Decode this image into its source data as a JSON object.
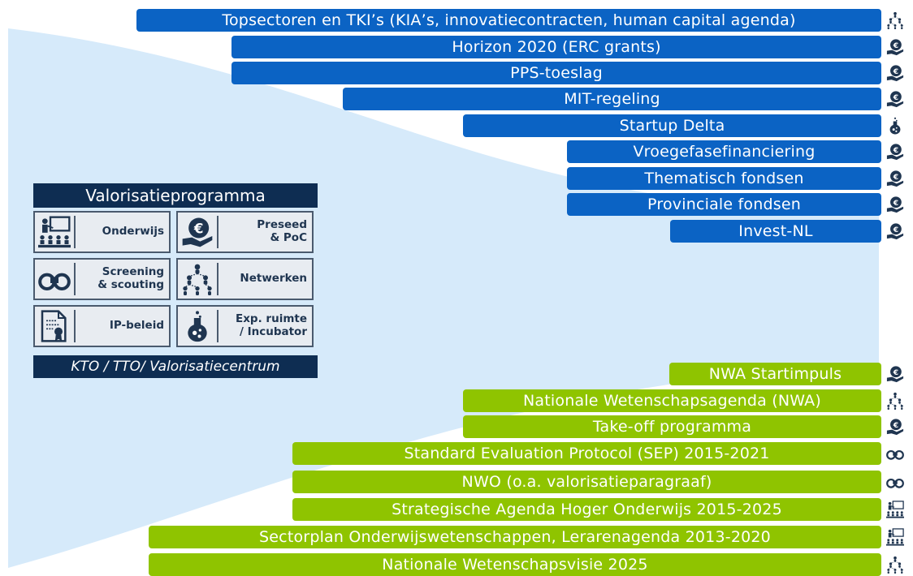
{
  "funnel_color": "#d6eafa",
  "colors": {
    "blue": "#0b63c4",
    "green": "#8fc400",
    "navy": "#0e2d52",
    "icon": "#1f3550"
  },
  "top_bars": [
    {
      "label": "Topsectoren en TKI’s (KIA’s, innovatiecontracten, human capital agenda)",
      "icon": "network-icon"
    },
    {
      "label": "Horizon 2020 (ERC grants)",
      "icon": "euro-hand-icon"
    },
    {
      "label": "PPS-toeslag",
      "icon": "euro-hand-icon"
    },
    {
      "label": "MIT-regeling",
      "icon": "euro-hand-icon"
    },
    {
      "label": "Startup Delta",
      "icon": "flask-icon"
    },
    {
      "label": "Vroegefasefinanciering",
      "icon": "euro-hand-icon"
    },
    {
      "label": "Thematisch fondsen",
      "icon": "euro-hand-icon"
    },
    {
      "label": "Provinciale fondsen",
      "icon": "euro-hand-icon"
    },
    {
      "label": "Invest-NL",
      "icon": "euro-hand-icon"
    }
  ],
  "bottom_bars": [
    {
      "label": "NWA Startimpuls",
      "icon": "euro-hand-icon"
    },
    {
      "label": "Nationale Wetenschapsagenda (NWA)",
      "icon": "network-icon"
    },
    {
      "label": "Take-off programma",
      "icon": "euro-hand-icon"
    },
    {
      "label": "Standard Evaluation Protocol (SEP) 2015-2021",
      "icon": "binoculars-icon"
    },
    {
      "label": "NWO (o.a. valorisatieparagraaf)",
      "icon": "binoculars-icon"
    },
    {
      "label": "Strategische Agenda Hoger Onderwijs 2015-2025",
      "icon": "teacher-icon"
    },
    {
      "label": "Sectorplan Onderwijswetenschappen, Lerarenagenda 2013-2020",
      "icon": "teacher-icon"
    },
    {
      "label": "Nationale Wetenschapsvisie 2025",
      "icon": "network-icon"
    }
  ],
  "programme": {
    "title": "Valorisatieprogramma",
    "footer": "KTO / TTO/ Valorisatiecentrum",
    "tiles": [
      {
        "label": "Onderwijs",
        "icon": "teacher-icon"
      },
      {
        "label": "Preseed\n& PoC",
        "icon": "euro-hand-icon"
      },
      {
        "label": "Screening\n& scouting",
        "icon": "binoculars-icon"
      },
      {
        "label": "Netwerken",
        "icon": "network-icon"
      },
      {
        "label": "IP-beleid",
        "icon": "certificate-icon"
      },
      {
        "label": "Exp. ruimte\n/ Incubator",
        "icon": "flask-icon"
      }
    ]
  }
}
